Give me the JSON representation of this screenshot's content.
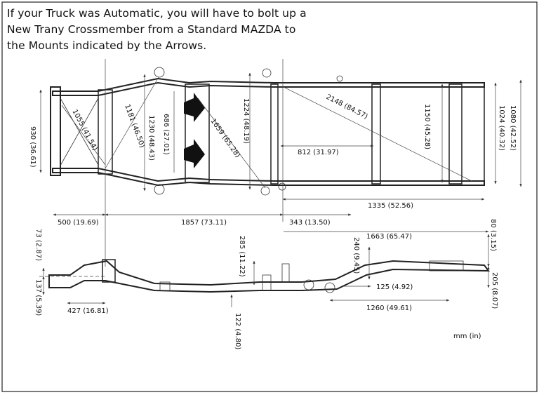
{
  "caption": {
    "line1": "If your Truck was Automatic, you will have to bolt up a",
    "line2": "New Trany Crossmember from a Standard MAZDA to",
    "line3": "the Mounts indicated by the Arrows."
  },
  "dimensions": {
    "d930": "930 (36.61)",
    "d1055": "1055 (41.54)",
    "d1181": "1181 (46.50)",
    "d1230": "1230 (48.43)",
    "d686": "686 (27.01)",
    "d1224": "1224 (48.19)",
    "d1659": "1659 (65.28)",
    "d2148": "2148 (84.57)",
    "d812": "812 (31.97)",
    "d1150": "1150 (45.28)",
    "d1024": "1024 (40.32)",
    "d1080": "1080 (42.52)",
    "d1335": "1335 (52.56)",
    "d500": "500 (19.69)",
    "d1857": "1857 (73.11)",
    "d343": "343 (13.50)",
    "d80": "80 (3.15)",
    "d1663": "1663 (65.47)",
    "d73": "73 (2.87)",
    "d285": "285 (11.22)",
    "d240": "240 (9.45)",
    "d205": "205 (8.07)",
    "d137": "137 (5.39)",
    "d125": "125 (4.92)",
    "d427": "427 (16.81)",
    "d1260": "1260 (49.61)",
    "d122": "122 (4.80)"
  },
  "units_label": "mm (in)"
}
